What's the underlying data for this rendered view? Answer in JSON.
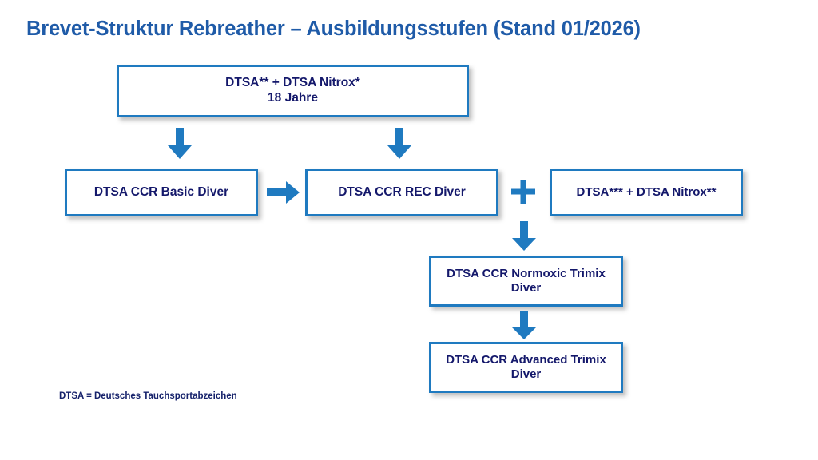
{
  "slide": {
    "title": "Brevet-Struktur Rebreather – Ausbildungsstufen (Stand 01/2026)",
    "footnote": "DTSA = Deutsches Tauchsportabzeichen",
    "background_color": "#ffffff",
    "title_color": "#1f5ba8",
    "box_border_color": "#1f7ac0",
    "box_text_color": "#14186b",
    "arrow_color": "#1f7ac0"
  },
  "diagram": {
    "nodes": [
      {
        "id": "top",
        "line1": "DTSA** + DTSA Nitrox*",
        "line2": "18 Jahre"
      },
      {
        "id": "basic",
        "line1": "DTSA CCR Basic Diver",
        "line2": ""
      },
      {
        "id": "rec",
        "line1": "DTSA CCR REC Diver",
        "line2": ""
      },
      {
        "id": "dtsa3",
        "line1": "DTSA*** + DTSA Nitrox**",
        "line2": ""
      },
      {
        "id": "normoxic",
        "line1": "DTSA CCR Normoxic Trimix",
        "line2": "Diver"
      },
      {
        "id": "advanced",
        "line1": "DTSA CCR Advanced Trimix",
        "line2": "Diver"
      }
    ],
    "connectors": [
      {
        "id": "top-to-basic",
        "icon": "arrow-down-icon",
        "from": "top",
        "to": "basic"
      },
      {
        "id": "top-to-rec",
        "icon": "arrow-down-icon",
        "from": "top",
        "to": "rec"
      },
      {
        "id": "basic-to-rec",
        "icon": "arrow-right-icon",
        "from": "basic",
        "to": "rec"
      },
      {
        "id": "plus",
        "icon": "plus-icon",
        "from": "rec",
        "to": "dtsa3"
      },
      {
        "id": "rec-to-norm",
        "icon": "arrow-down-icon",
        "from": "rec",
        "to": "normoxic"
      },
      {
        "id": "norm-to-adv",
        "icon": "arrow-down-icon",
        "from": "normoxic",
        "to": "advanced"
      }
    ]
  }
}
